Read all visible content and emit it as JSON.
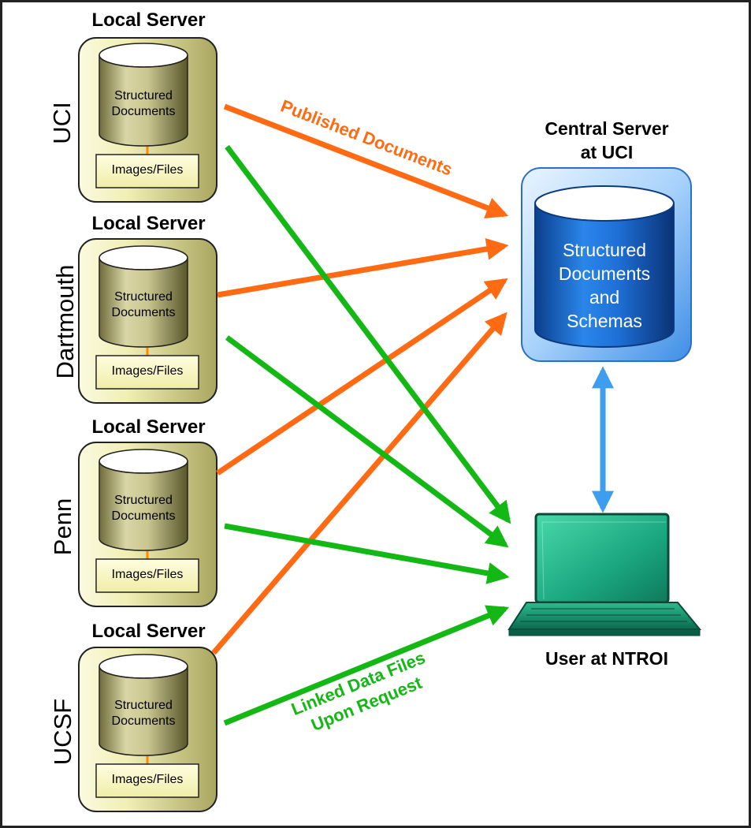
{
  "local_servers": [
    {
      "title": "Local Server",
      "site": "UCI",
      "db_label_1": "Structured",
      "db_label_2": "Documents",
      "files_label": "Images/Files"
    },
    {
      "title": "Local Server",
      "site": "Dartmouth",
      "db_label_1": "Structured",
      "db_label_2": "Documents",
      "files_label": "Images/Files"
    },
    {
      "title": "Local Server",
      "site": "Penn",
      "db_label_1": "Structured",
      "db_label_2": "Documents",
      "files_label": "Images/Files"
    },
    {
      "title": "Local Server",
      "site": "UCSF",
      "db_label_1": "Structured",
      "db_label_2": "Documents",
      "files_label": "Images/Files"
    }
  ],
  "central_server": {
    "title_line1": "Central Server",
    "title_line2": "at UCI",
    "db_lines": [
      "Structured",
      "Documents",
      "and",
      "Schemas"
    ]
  },
  "user": {
    "label": "User at NTROI"
  },
  "arrow_labels": {
    "published": "Published Documents",
    "linked_line1": "Linked Data Files",
    "linked_line2": "Upon Request"
  },
  "colors": {
    "published_arrow": "#ff6a13",
    "linked_arrow": "#14b814",
    "link_arrow": "#3d9ef0",
    "local_server_panel": "#f1efb4",
    "central_db": "#1d6fd8",
    "laptop": "#16a07c"
  }
}
